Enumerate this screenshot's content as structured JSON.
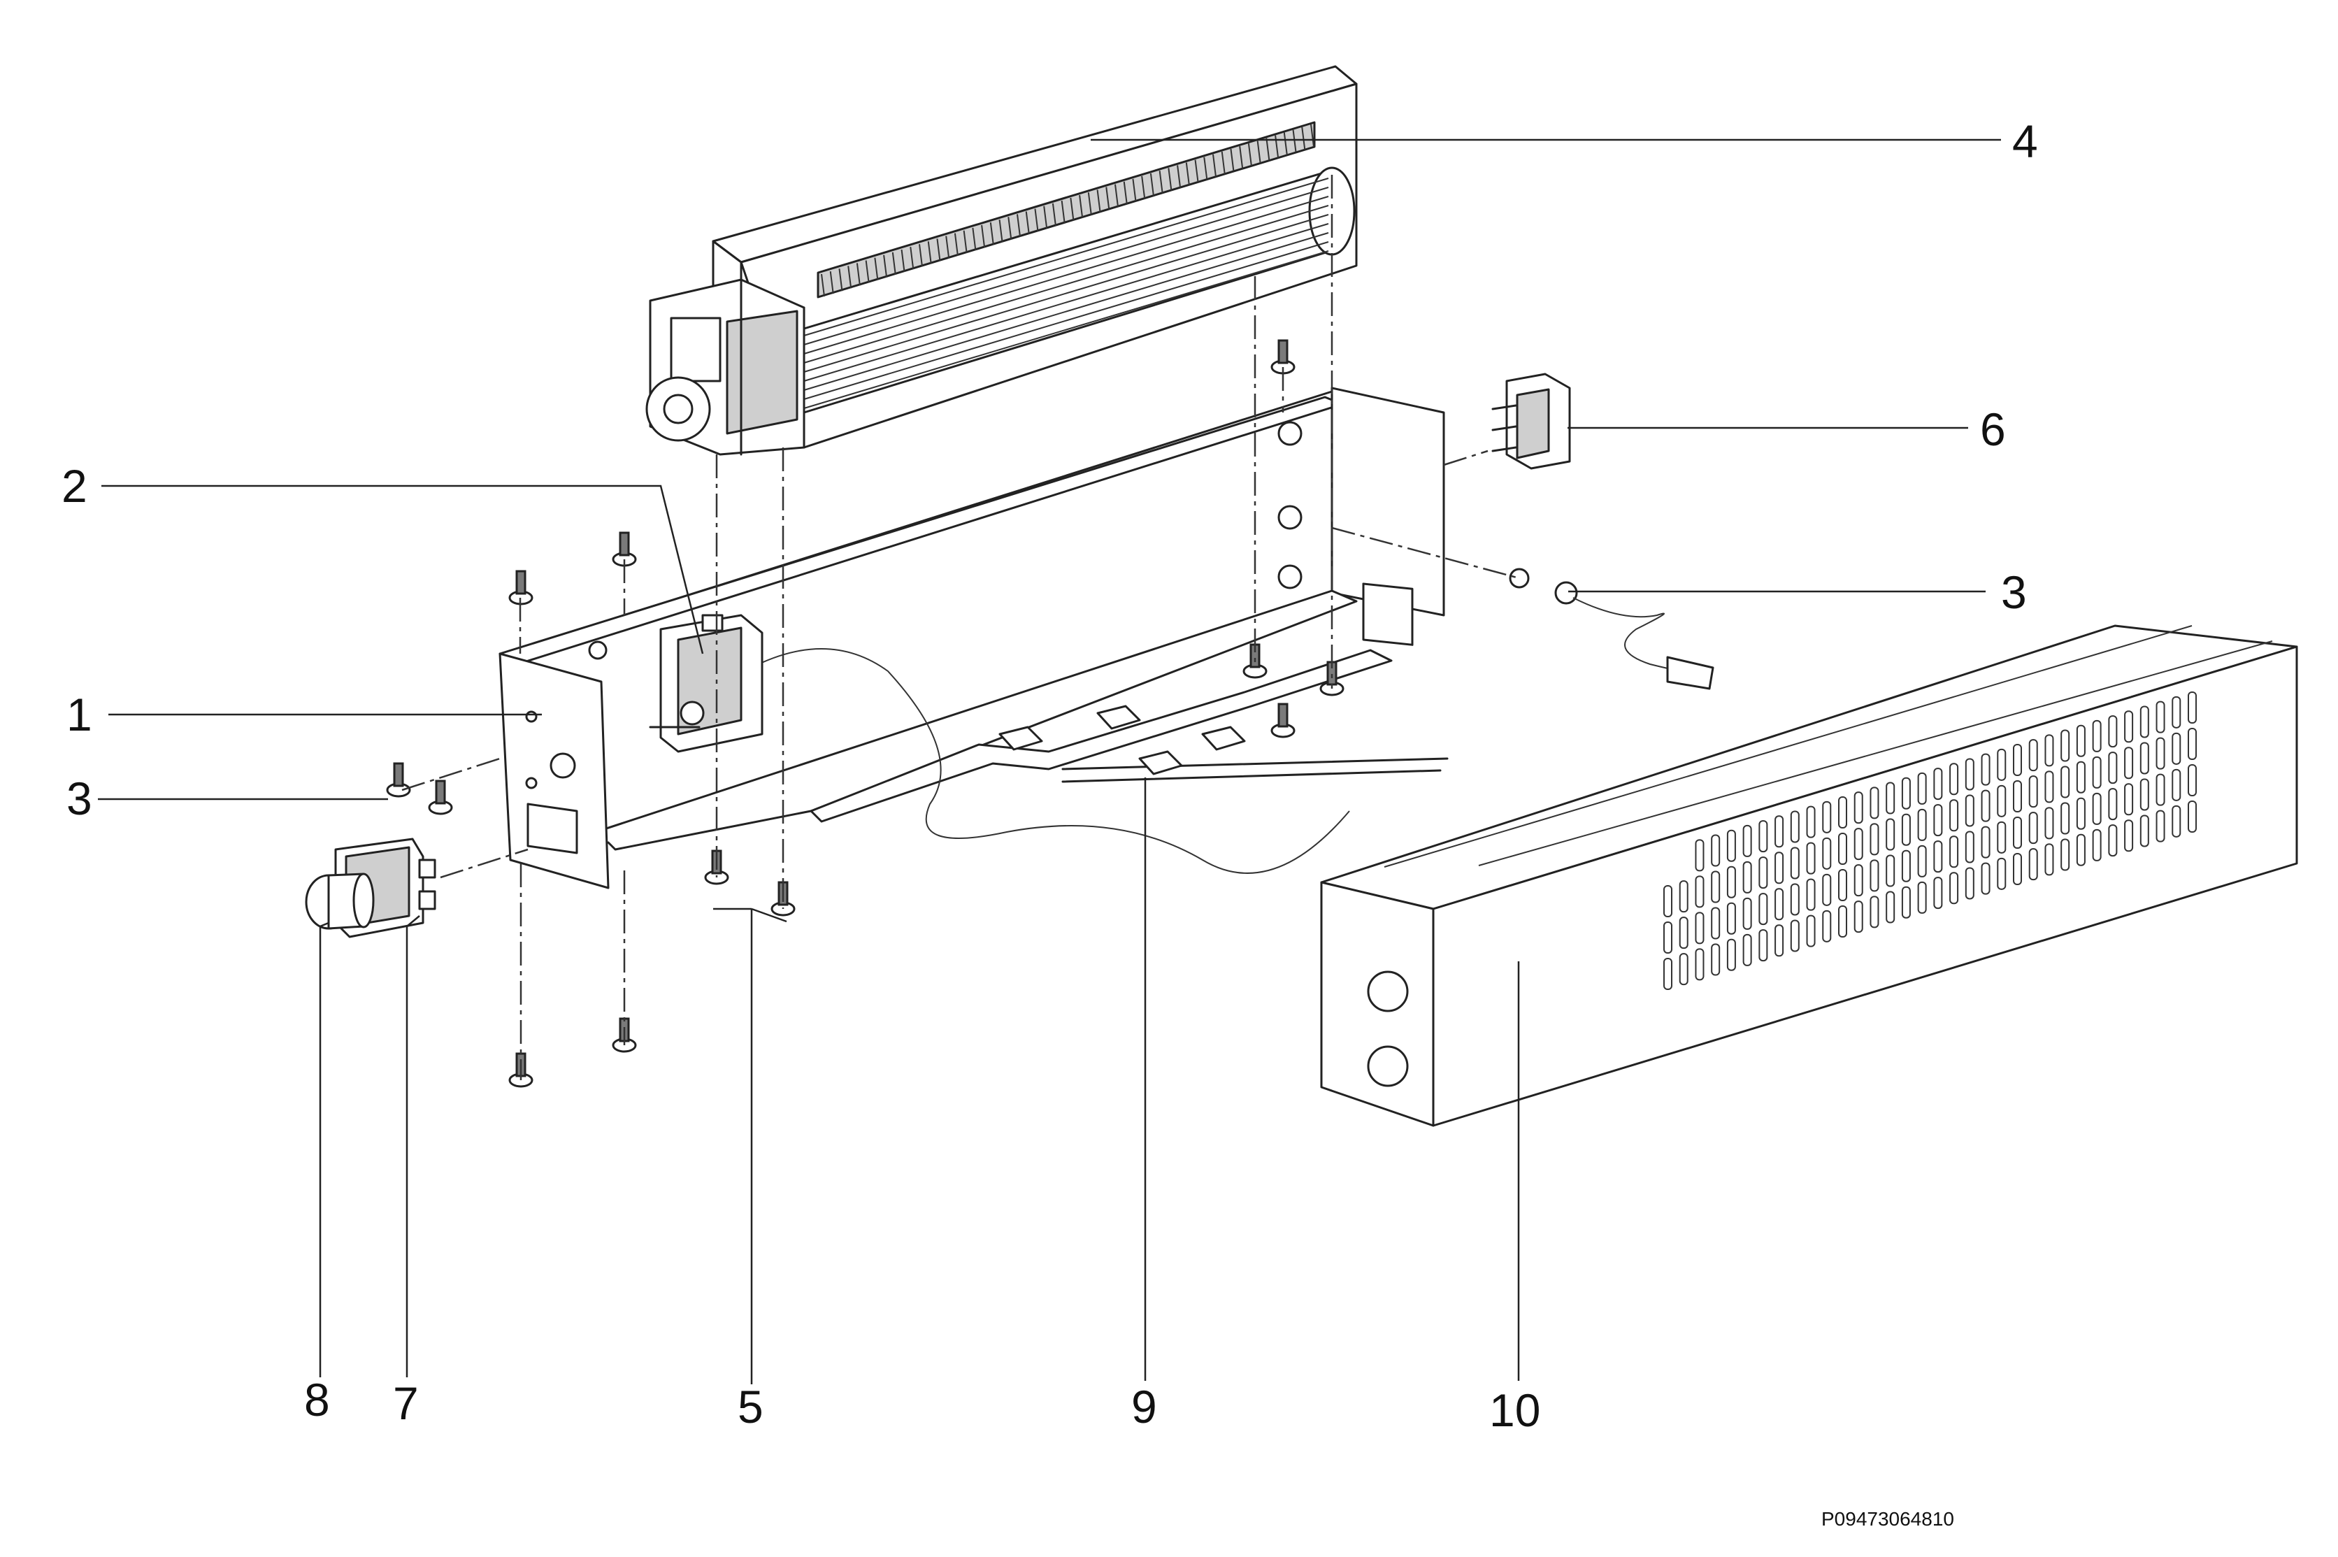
{
  "diagram": {
    "part_labels": [
      "1",
      "2",
      "3",
      "3",
      "4",
      "5",
      "6",
      "7",
      "8",
      "9",
      "10"
    ],
    "drawing_code": "P09473064810"
  }
}
